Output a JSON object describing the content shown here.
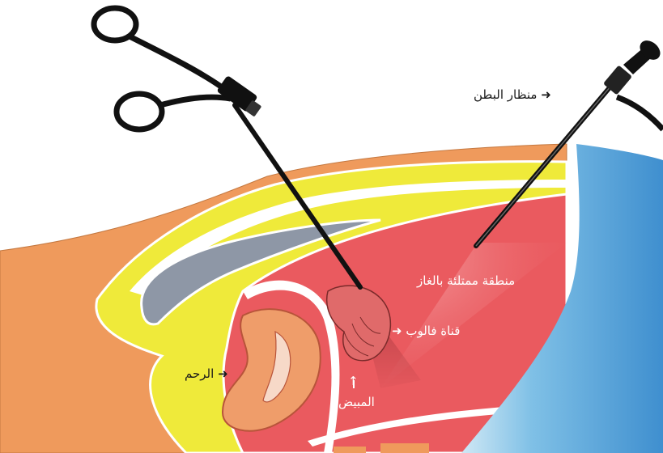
{
  "labels": {
    "laparoscope": "منظار البطن",
    "gas_region": "منطقة ممتلئة بالغاز",
    "fallopian_tube": "قناة فالوب",
    "uterus": "الرحم",
    "ovary": "المبيض"
  },
  "arrows": {
    "left": "➜",
    "up": "↑"
  },
  "colors": {
    "skin": "#ef9a5c",
    "fat": "#efea3a",
    "cavity": "#ea5a5f",
    "uterus": "#ef9d6a",
    "bladder": "#8e97a6",
    "drape": "#4d9fd6",
    "instrument": "#111111"
  }
}
